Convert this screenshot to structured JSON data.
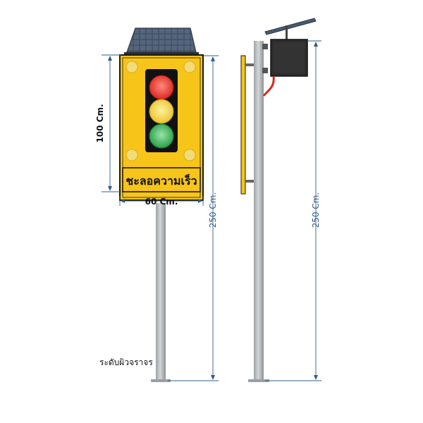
{
  "front_view": {
    "sign_text": "ชะลอความเร็ว",
    "height_label": "100 Cm.",
    "width_label": "60 Cm.",
    "pole_height_label": "250 Cm.",
    "ground_label": "ระดับผิวจราจร"
  },
  "side_view": {
    "pole_height_label": "250 Cm."
  },
  "colors": {
    "sign_yellow": "#f7c41a",
    "sign_border": "#1a1a1a",
    "light_red": "#e52421",
    "light_yellow": "#f3d13a",
    "light_green": "#2aa84a",
    "pole": "#b9bcbf",
    "dimension_line": "#2f5d8a",
    "solar_panel": "#4a5a6e",
    "cable": "#d2281f"
  },
  "icons": [
    "solar-panel-icon",
    "traffic-light-icon",
    "battery-box-icon"
  ]
}
